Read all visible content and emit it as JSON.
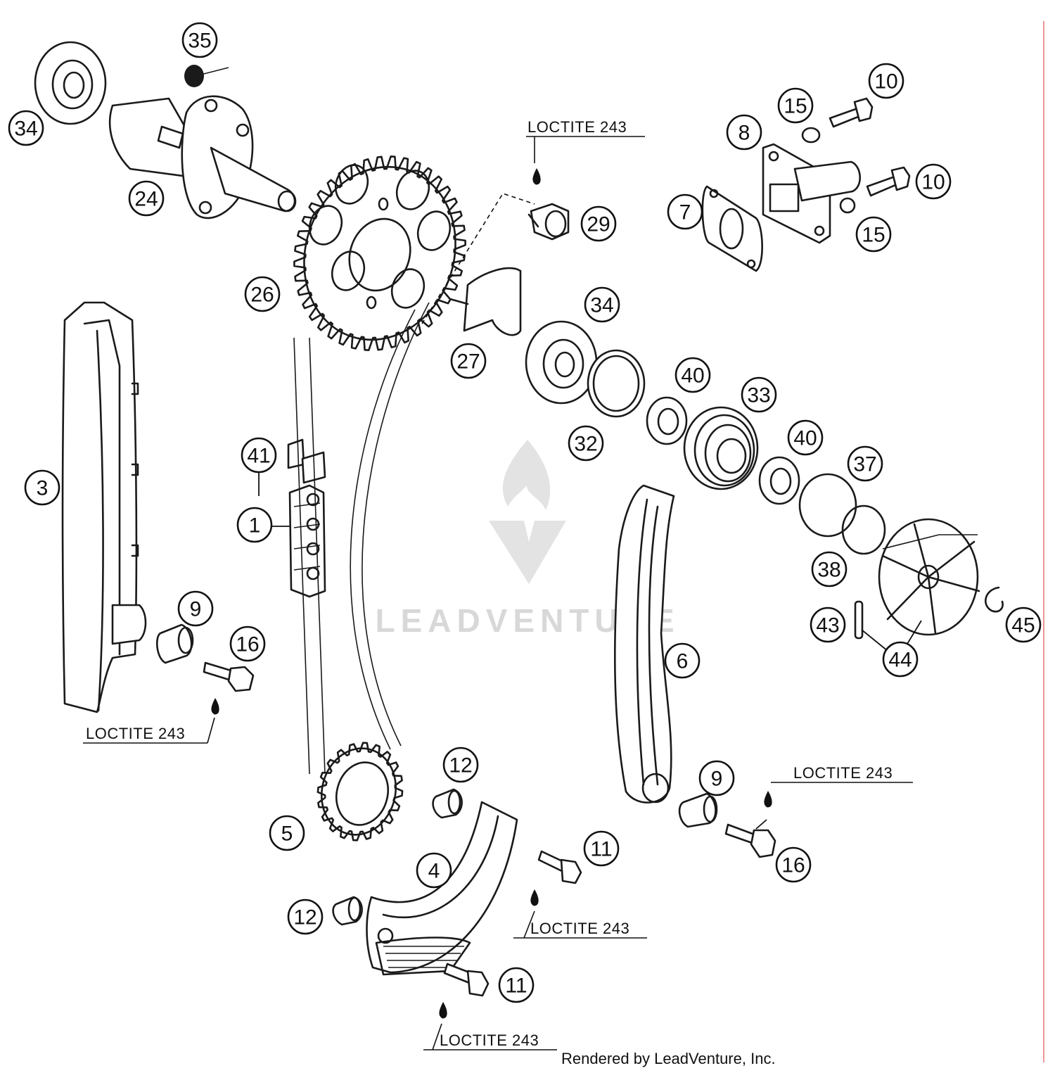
{
  "diagram": {
    "callouts": [
      {
        "id": "c35",
        "label": "35"
      },
      {
        "id": "c34a",
        "label": "34"
      },
      {
        "id": "c24",
        "label": "24"
      },
      {
        "id": "c26",
        "label": "26"
      },
      {
        "id": "c29",
        "label": "29"
      },
      {
        "id": "c8",
        "label": "8"
      },
      {
        "id": "c15a",
        "label": "15"
      },
      {
        "id": "c10a",
        "label": "10"
      },
      {
        "id": "c10b",
        "label": "10"
      },
      {
        "id": "c15b",
        "label": "15"
      },
      {
        "id": "c7",
        "label": "7"
      },
      {
        "id": "c34b",
        "label": "34"
      },
      {
        "id": "c27",
        "label": "27"
      },
      {
        "id": "c40a",
        "label": "40"
      },
      {
        "id": "c33",
        "label": "33"
      },
      {
        "id": "c32",
        "label": "32"
      },
      {
        "id": "c40b",
        "label": "40"
      },
      {
        "id": "c37",
        "label": "37"
      },
      {
        "id": "c38",
        "label": "38"
      },
      {
        "id": "c43",
        "label": "43"
      },
      {
        "id": "c44",
        "label": "44"
      },
      {
        "id": "c45",
        "label": "45"
      },
      {
        "id": "c3",
        "label": "3"
      },
      {
        "id": "c41",
        "label": "41"
      },
      {
        "id": "c1",
        "label": "1"
      },
      {
        "id": "c9a",
        "label": "9"
      },
      {
        "id": "c16a",
        "label": "16"
      },
      {
        "id": "c6",
        "label": "6"
      },
      {
        "id": "c12a",
        "label": "12"
      },
      {
        "id": "c9b",
        "label": "9"
      },
      {
        "id": "c16b",
        "label": "16"
      },
      {
        "id": "c5",
        "label": "5"
      },
      {
        "id": "c4",
        "label": "4"
      },
      {
        "id": "c11a",
        "label": "11"
      },
      {
        "id": "c12b",
        "label": "12"
      },
      {
        "id": "c11b",
        "label": "11"
      }
    ],
    "loctite_labels": [
      "LOCTITE 243",
      "LOCTITE 243",
      "LOCTITE 243",
      "LOCTITE 243",
      "LOCTITE 243"
    ],
    "watermark": "LEADVENTURE",
    "credit": "Rendered by LeadVenture, Inc."
  }
}
